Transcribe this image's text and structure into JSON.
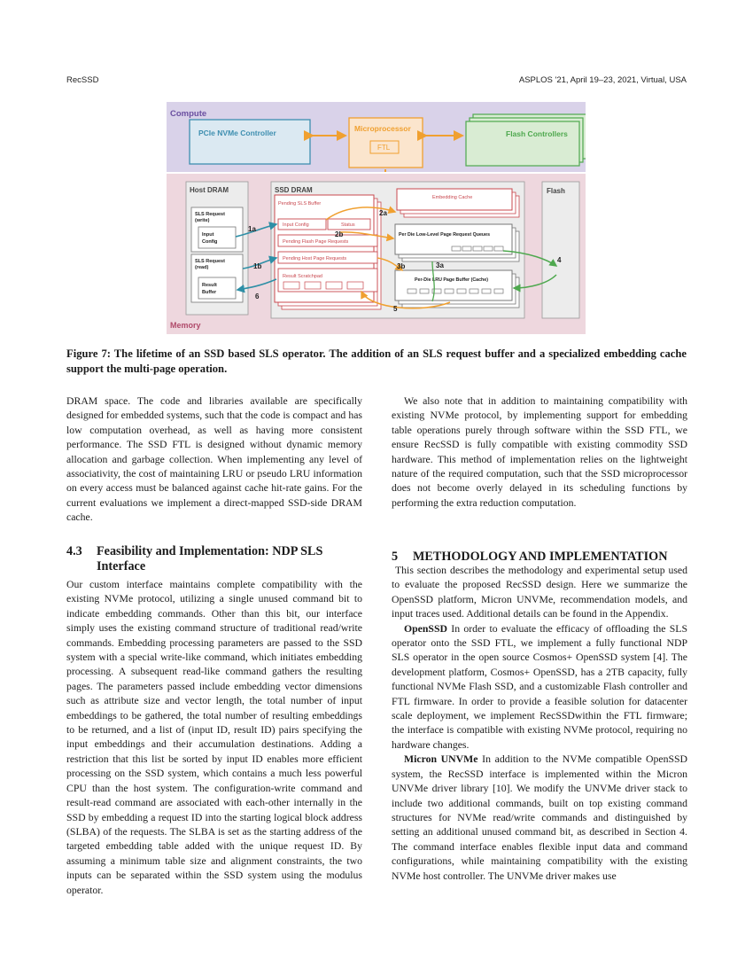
{
  "header": {
    "left": "RecSSD",
    "right": "ASPLOS '21, April 19–23, 2021, Virtual, USA"
  },
  "figure": {
    "compute": "Compute",
    "pcie": "PCIe NVMe Controller",
    "microprocessor": "Microprocessor",
    "ftl": "FTL",
    "flash_controllers": "Flash Controllers",
    "host_dram": "Host DRAM",
    "ssd_dram": "SSD DRAM",
    "flash": "Flash",
    "memory": "Memory",
    "sls_write_1": "SLS Request",
    "sls_write_2": "(write)",
    "input_config_1": "Input",
    "input_config_2": "Config",
    "sls_read_1": "SLS Request",
    "sls_read_2": "(read)",
    "result_buffer_1": "Result",
    "result_buffer_2": "Buffer",
    "pending_sls": "Pending SLS Buffer",
    "input_config": "Input Config",
    "status": "Status",
    "pending_flash": "Pending Flash Page Requests",
    "pending_host": "Pending Host Page Requests",
    "result_scratchpad": "Result Scratchpad",
    "embedding_cache": "Embedding Cache",
    "per_die_queues": "Per Die Low-Level Page Request Queues",
    "per_die_lru": "Per-Die LRU Page Buffer (Cache)",
    "l1a": "1a",
    "l1b": "1b",
    "l2a": "2a",
    "l2b": "2b",
    "l3a": "3a",
    "l3b": "3b",
    "l4": "4",
    "l5": "5",
    "l6": "6"
  },
  "caption": "Figure 7: The lifetime of an SSD based SLS operator. The addition of an SLS request buffer and a specialized embedding cache support the multi-page operation.",
  "left_col": {
    "p1": "DRAM space. The code and libraries available are specifically designed for embedded systems, such that the code is compact and has low computation overhead, as well as having more consistent performance. The SSD FTL is designed without dynamic memory allocation and garbage collection. When implementing any level of associativity, the cost of maintaining LRU or pseudo LRU information on every access must be balanced against cache hit-rate gains. For the current evaluations we implement a direct-mapped SSD-side DRAM cache.",
    "sec_num": "4.3",
    "sec_title": "Feasibility and Implementation: NDP SLS Interface",
    "p2": "Our custom interface maintains complete compatibility with the existing NVMe protocol, utilizing a single unused command bit to indicate embedding commands. Other than this bit, our interface simply uses the existing command structure of traditional read/write commands. Embedding processing parameters are passed to the SSD system with a special write-like command, which initiates embedding processing. A subsequent read-like command gathers the resulting pages. The parameters passed include embedding vector dimensions such as attribute size and vector length, the total number of input embeddings to be gathered, the total number of resulting embeddings to be returned, and a list of (input ID, result ID) pairs specifying the input embeddings and their accumulation destinations. Adding a restriction that this list be sorted by input ID enables more efficient processing on the SSD system, which contains a much less powerful CPU than the host system. The configuration-write command and result-read command are associated with each-other internally in the SSD by embedding a request ID into the starting logical block address (SLBA) of the requests. The SLBA is set as the starting address of the targeted embedding table added with the unique request ID. By assuming a minimum table size and alignment constraints, the two inputs can be separated within the SSD system using the modulus operator."
  },
  "right_col": {
    "p1": "We also note that in addition to maintaining compatibility with existing NVMe protocol, by implementing support for embedding table operations purely through software within the SSD FTL, we ensure RecSSD is fully compatible with existing commodity SSD hardware. This method of implementation relies on the lightweight nature of the required computation, such that the SSD microprocessor does not become overly delayed in its scheduling functions by performing the extra reduction computation.",
    "sec_num": "5",
    "sec_title": "METHODOLOGY AND IMPLEMENTATION",
    "p2": "This section describes the methodology and experimental setup used to evaluate the proposed RecSSD design. Here we summarize the OpenSSD platform, Micron UNVMe, recommendation models, and input traces used. Additional details can be found in the Appendix.",
    "p3_head": "OpenSSD",
    "p3": " In order to evaluate the efficacy of offloading the SLS operator onto the SSD FTL, we implement a fully functional NDP SLS operator in the open source Cosmos+ OpenSSD system [4]. The development platform, Cosmos+ OpenSSD, has a 2TB capacity, fully functional NVMe Flash SSD, and a customizable Flash controller and FTL firmware. In order to provide a feasible solution for datacenter scale deployment, we implement RecSSDwithin the FTL firmware; the interface is compatible with existing NVMe protocol, requiring no hardware changes.",
    "p4_head": "Micron UNVMe",
    "p4": " In addition to the NVMe compatible OpenSSD system, the RecSSD interface is implemented within the Micron UNVMe driver library [10]. We modify the UNVMe driver stack to include two additional commands, built on top existing command structures for NVMe read/write commands and distinguished by setting an additional unused command bit, as described in Section 4. The command interface enables flexible input data and command configurations, while maintaining compatibility with the existing NVMe host controller. The UNVMe driver makes use"
  }
}
